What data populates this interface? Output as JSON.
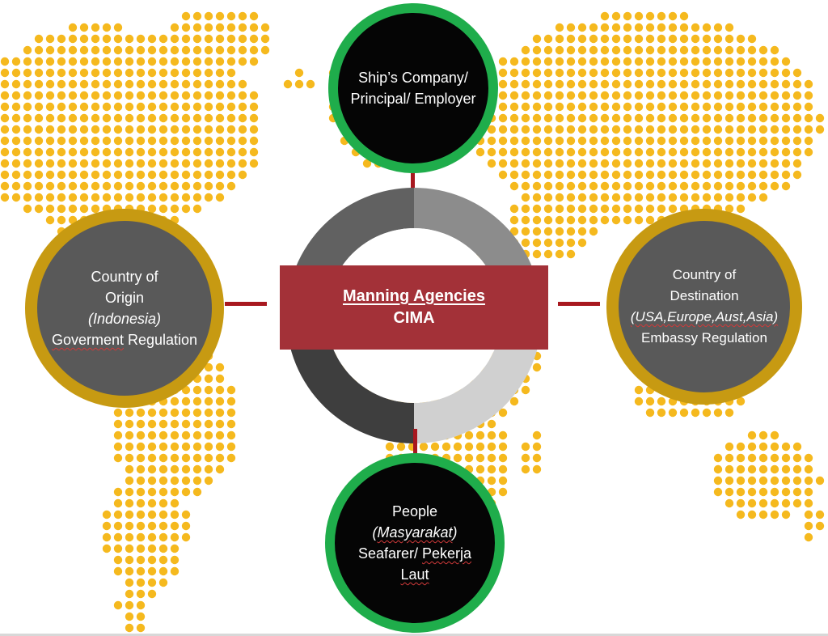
{
  "colors": {
    "map_dots": "#f5b91e",
    "top_bottom_ring": "#1fad4b",
    "top_bottom_fill": "#050505",
    "side_ring": "#c79a12",
    "side_fill": "#595959",
    "center_box": "#a33138",
    "connector": "#a8181f",
    "ring_segments": [
      "#8c8c8c",
      "#d0d0d0",
      "#3e3e3e",
      "#616161"
    ]
  },
  "center": {
    "title": "Manning Agencies",
    "subtitle": "CIMA"
  },
  "nodes": {
    "top": {
      "line1": "Ship’s Company/",
      "line2": "Principal/ Employer"
    },
    "left": {
      "line1": "Country of",
      "line2": "Origin",
      "line3": "(Indonesia)",
      "line4_a": "Goverment",
      "line4_b": " Regulation"
    },
    "right": {
      "line1": "Country of",
      "line2": "Destination",
      "line3": "(USA,Europe,Aust,Asia)",
      "line4": "Embassy Regulation"
    },
    "bottom": {
      "line1": "People",
      "line2_open": "(",
      "line2_word": "Masyarakat",
      "line2_close": ")",
      "line3_a": "Seafarer/ ",
      "line3_b": "Pekerja",
      "line4": "Laut"
    }
  }
}
